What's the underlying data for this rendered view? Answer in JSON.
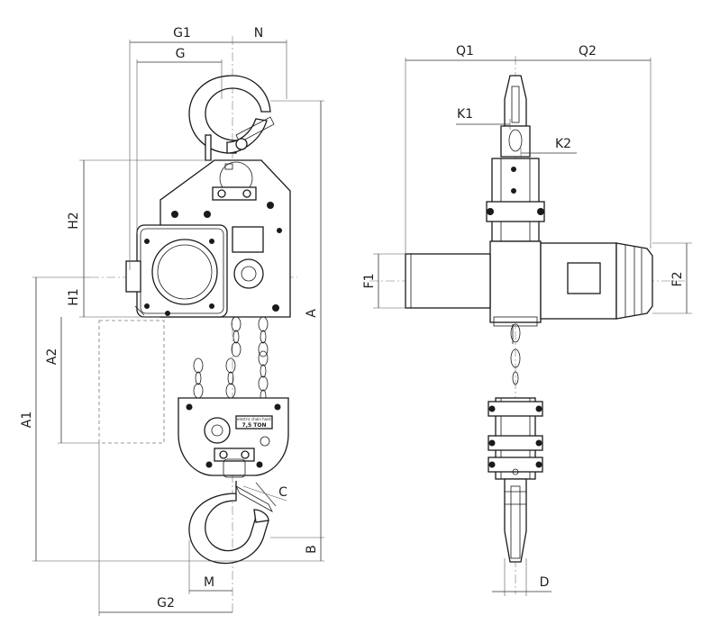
{
  "drawing": {
    "dimension_labels": {
      "G1": "G1",
      "N": "N",
      "G": "G",
      "H2": "H2",
      "H1": "H1",
      "A": "A",
      "A1": "A1",
      "A2": "A2",
      "B": "B",
      "C": "C",
      "M": "M",
      "G2": "G2",
      "Q1": "Q1",
      "Q2": "Q2",
      "K1": "K1",
      "K2": "K2",
      "F1": "F1",
      "F2": "F2",
      "D": "D"
    },
    "nameplate": {
      "line1": "electric chain hoist",
      "line2": "7,5 TON"
    }
  }
}
